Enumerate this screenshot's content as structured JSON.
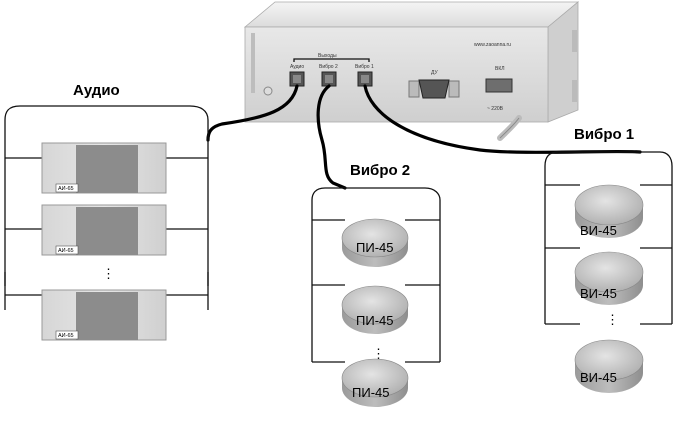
{
  "device": {
    "url": "www.zaoanna.ru",
    "outputs_label": "Выходы",
    "port_audio": "Аудио",
    "port_vibro2": "Вибро 2",
    "port_vibro1": "Вибро 1",
    "remote_label": "ДУ",
    "power_label": "ВКЛ",
    "voltage_label": "~ 220В"
  },
  "groups": {
    "audio": {
      "title": "Аудио",
      "device": "АИ-65"
    },
    "vibro2": {
      "title": "Вибро 2",
      "device": "ПИ-45"
    },
    "vibro1": {
      "title": "Вибро 1",
      "device": "ВИ-45"
    }
  },
  "ellipsis": "⋮"
}
